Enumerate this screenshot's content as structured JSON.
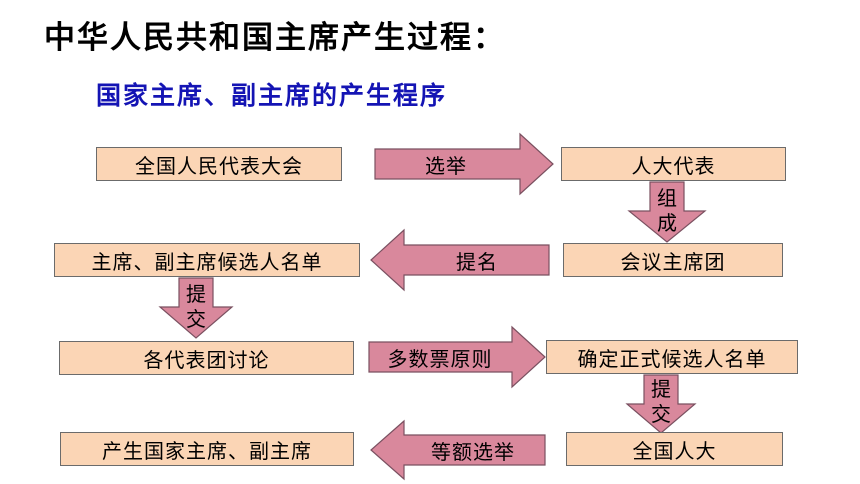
{
  "title": "中华人民共和国主席产生过程：",
  "subtitle": "国家主席、副主席的产生程序",
  "boxes": {
    "npc": "全国人民代表大会",
    "deputies": "人大代表",
    "candidates_list": "主席、副主席候选人名单",
    "presidium": "会议主席团",
    "delegations": "各代表团讨论",
    "official_list": "确定正式候选人名单",
    "result": "产生国家主席、副主席",
    "npc_short": "全国人大"
  },
  "arrows": {
    "elect": "选举",
    "nominate": "提名",
    "majority": "多数票原则",
    "equal_election": "等额选举"
  },
  "vertical_arrows": {
    "form": [
      "组",
      "成"
    ],
    "submit1": [
      "提",
      "交"
    ],
    "submit2": [
      "提",
      "交"
    ]
  },
  "colors": {
    "box_fill": "#fbd5b5",
    "arrow_fill": "#d9889c",
    "subtitle": "#1414b4"
  }
}
